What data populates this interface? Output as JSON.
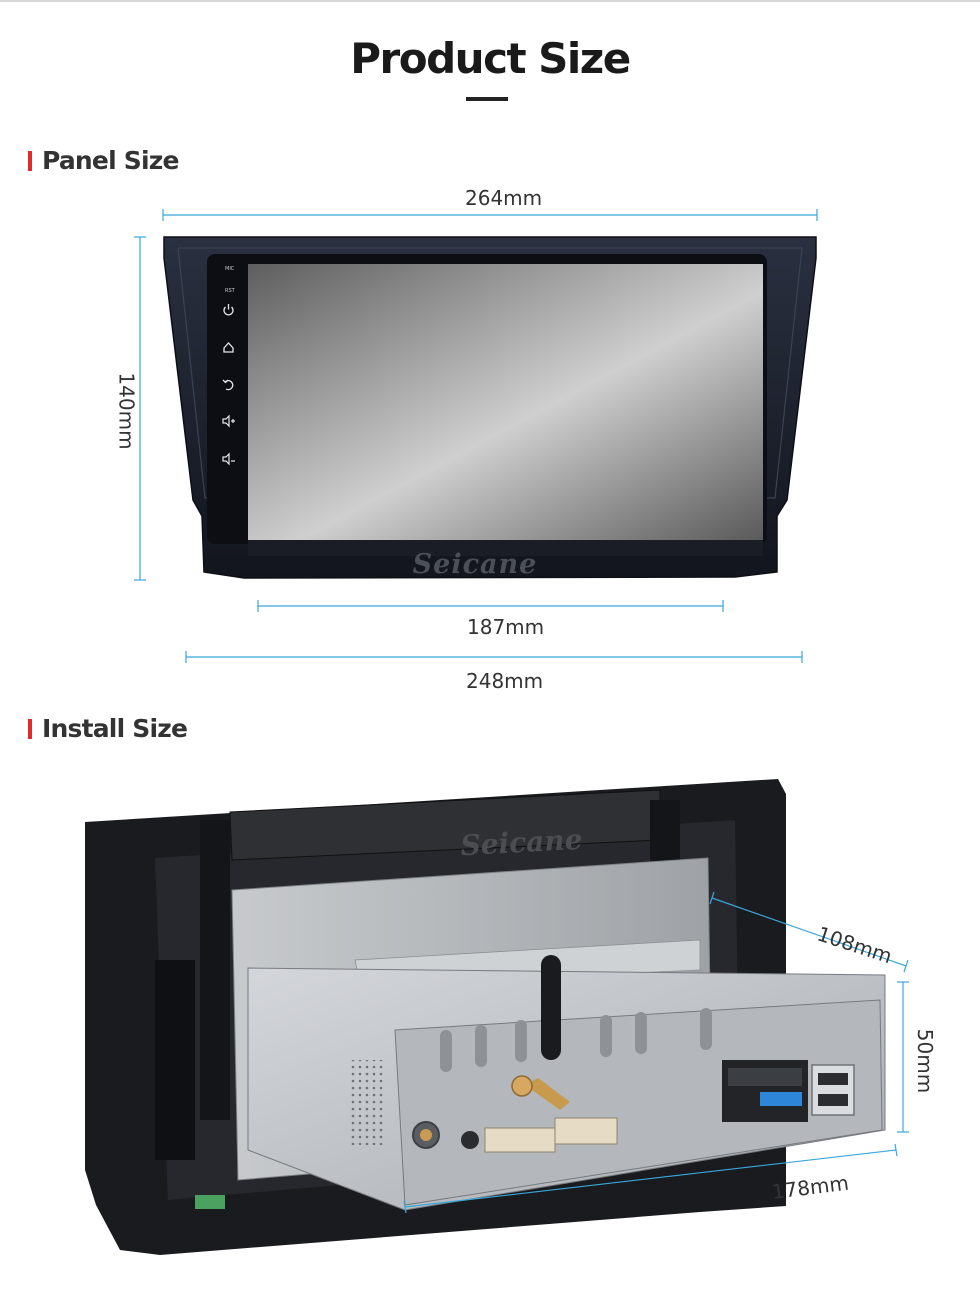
{
  "header": {
    "title": "Product Size"
  },
  "sections": {
    "panel": {
      "heading": "Panel Size"
    },
    "install": {
      "heading": "Install Size"
    }
  },
  "dimensions": {
    "panel_width_top": "264mm",
    "panel_height": "140mm",
    "screen_width": "187mm",
    "panel_width_bottom": "248mm",
    "chassis_depth": "108mm",
    "chassis_height": "50mm",
    "chassis_width": "178mm"
  },
  "panel_buttons": {
    "mic": "MIC",
    "rst": "RST"
  },
  "brand": {
    "logo": "Seicane"
  },
  "colors": {
    "accent_red": "#e02b2b",
    "dimension_line": "#3aa7dc",
    "panel_frame": "#1d2230",
    "chassis_metal": "#b9bcc0"
  },
  "icons": [
    "power-icon",
    "home-icon",
    "back-icon",
    "volume-up-icon",
    "volume-down-icon",
    "antenna-icon",
    "usb-port-icon"
  ]
}
